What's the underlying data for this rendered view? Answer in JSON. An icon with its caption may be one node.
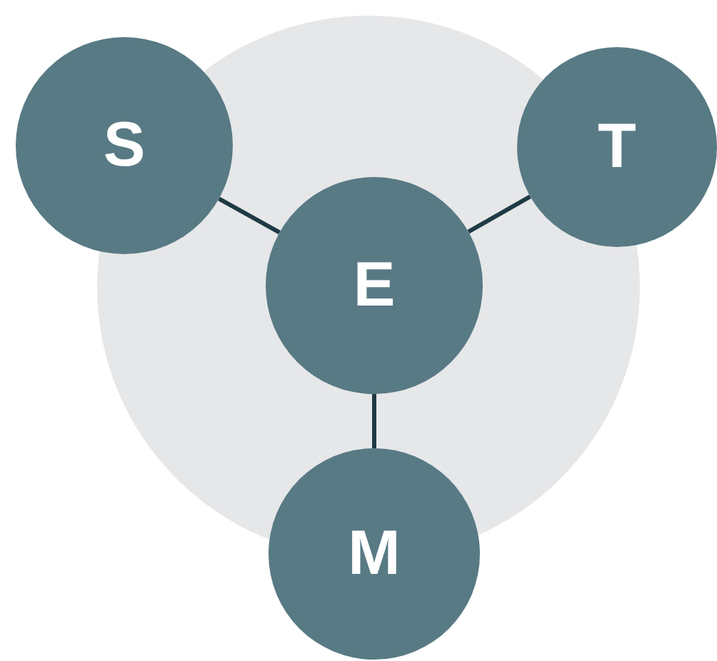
{
  "diagram": {
    "nodes": [
      {
        "text": [
          "S"
        ]
      },
      {
        "text": [
          "T"
        ]
      },
      {
        "text": [
          "E"
        ]
      },
      {
        "text": [
          "M"
        ]
      }
    ],
    "edges": [
      {
        "from": 2,
        "to": 0,
        "arrow": "none"
      },
      {
        "from": 2,
        "to": 1,
        "arrow": "none"
      },
      {
        "from": 2,
        "to": 3,
        "arrow": "none"
      }
    ]
  }
}
